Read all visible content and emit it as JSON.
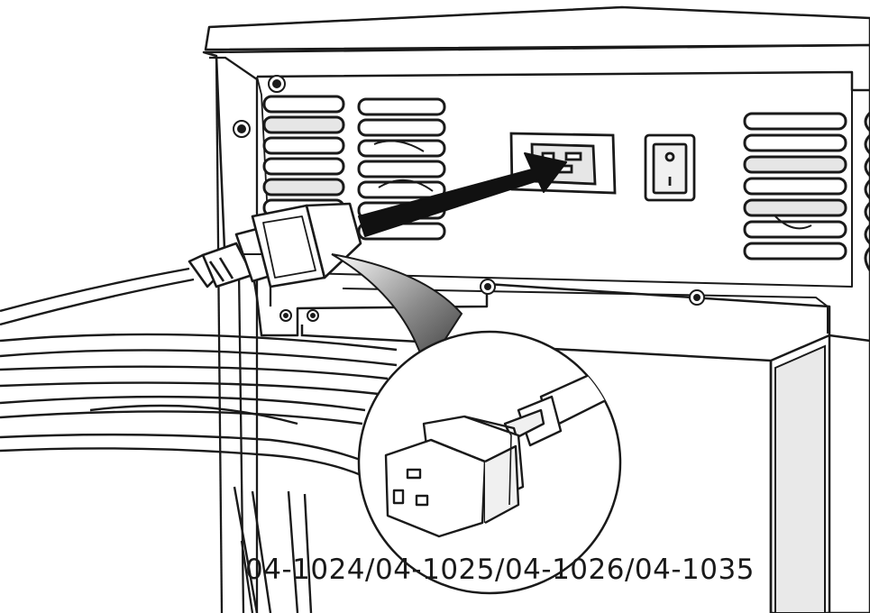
{
  "caption": {
    "model_numbers": "04-1024/04-1025/04-1026/04-1035"
  },
  "colors": {
    "line": "#1a1a1a",
    "fill": "#ffffff",
    "vent_light": "#e6e6e6",
    "side_panel": "#e9e9e9",
    "arrow": "#111111"
  },
  "icons": {
    "arrow": "insert-arrow",
    "detail": "magnifier-callout"
  }
}
